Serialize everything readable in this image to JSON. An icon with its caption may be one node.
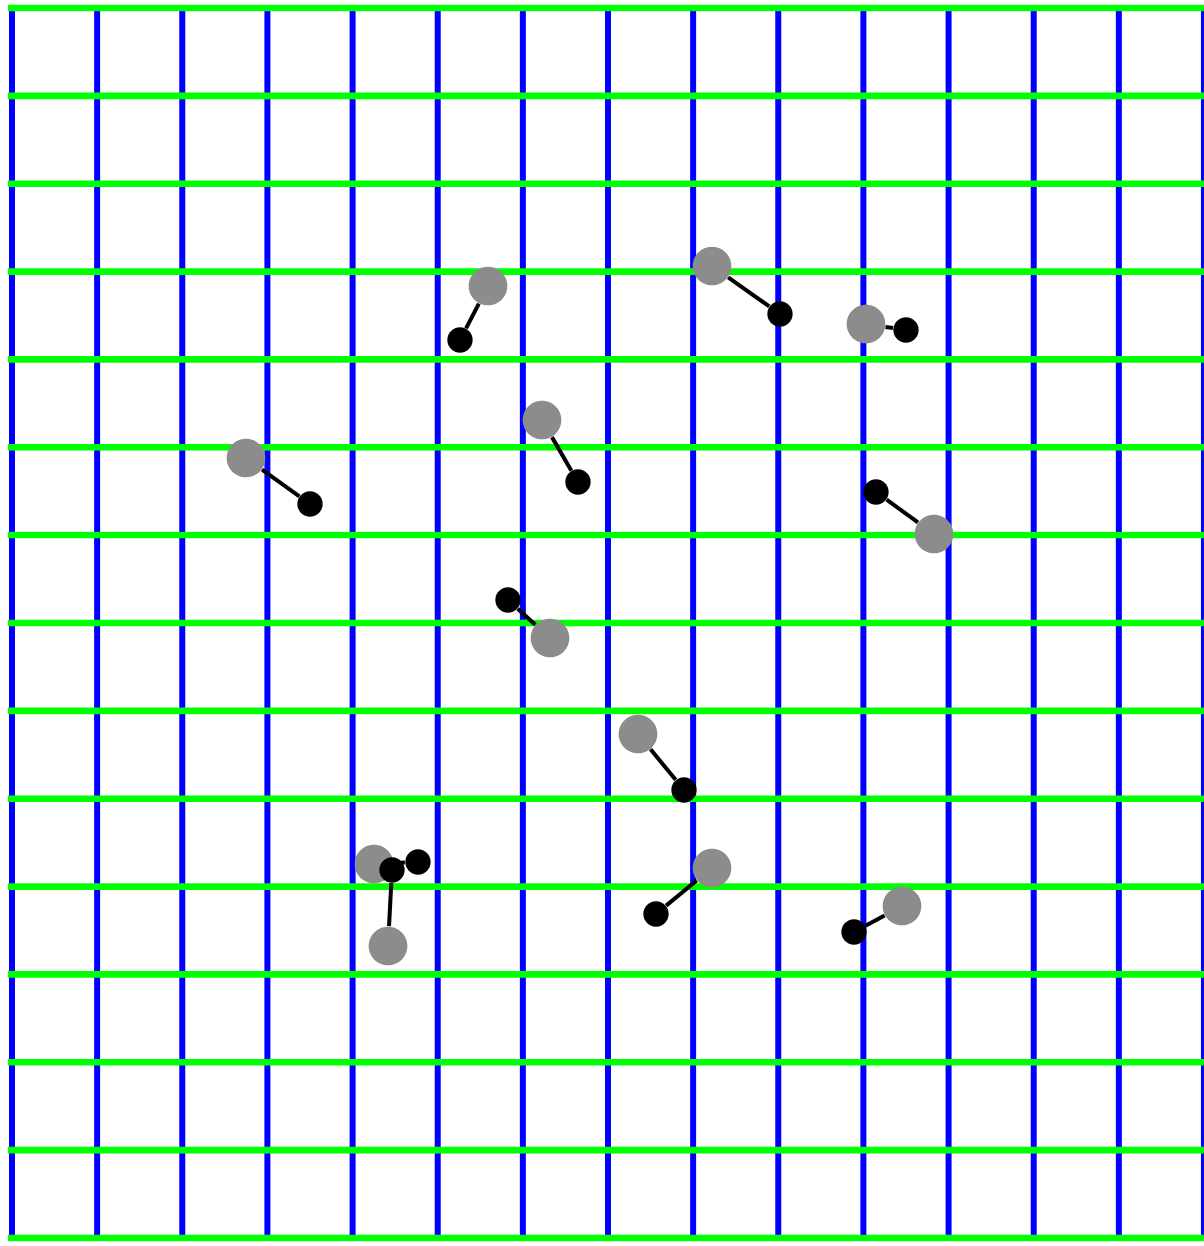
{
  "diagram": {
    "nodes": [
      {
        "text": [],
        "shape": "circle"
      },
      {
        "text": [],
        "shape": "circle"
      },
      {
        "text": [],
        "shape": "circle"
      },
      {
        "text": [],
        "shape": "circle"
      },
      {
        "text": [],
        "shape": "circle"
      },
      {
        "text": [],
        "shape": "circle"
      },
      {
        "text": [],
        "shape": "circle"
      },
      {
        "text": [],
        "shape": "circle"
      },
      {
        "text": [],
        "shape": "circle"
      },
      {
        "text": [],
        "shape": "circle"
      },
      {
        "text": [],
        "shape": "circle"
      },
      {
        "text": [],
        "shape": "circle"
      },
      {
        "text": [],
        "shape": "circle"
      },
      {
        "text": [],
        "shape": "circle"
      },
      {
        "text": [],
        "shape": "circle"
      },
      {
        "text": [],
        "shape": "circle"
      },
      {
        "text": [],
        "shape": "circle"
      },
      {
        "text": [],
        "shape": "circle"
      },
      {
        "text": [],
        "shape": "circle"
      },
      {
        "text": [],
        "shape": "circle"
      },
      {
        "text": [],
        "shape": "circle"
      },
      {
        "text": [],
        "shape": "circle"
      },
      {
        "text": [],
        "shape": "circle"
      },
      {
        "text": [],
        "shape": "circle"
      }
    ],
    "edges": [
      {
        "from": 0,
        "to": 1,
        "arrow": "none"
      },
      {
        "from": 2,
        "to": 3,
        "arrow": "none"
      },
      {
        "from": 4,
        "to": 5,
        "arrow": "none"
      },
      {
        "from": 6,
        "to": 7,
        "arrow": "none"
      },
      {
        "from": 8,
        "to": 9,
        "arrow": "none"
      },
      {
        "from": 10,
        "to": 11,
        "arrow": "none"
      },
      {
        "from": 12,
        "to": 13,
        "arrow": "none"
      },
      {
        "from": 14,
        "to": 15,
        "arrow": "none"
      },
      {
        "from": 16,
        "to": 17,
        "arrow": "none"
      },
      {
        "from": 18,
        "to": 19,
        "arrow": "none"
      },
      {
        "from": 20,
        "to": 21,
        "arrow": "none"
      },
      {
        "from": 22,
        "to": 23,
        "arrow": "none"
      }
    ]
  }
}
